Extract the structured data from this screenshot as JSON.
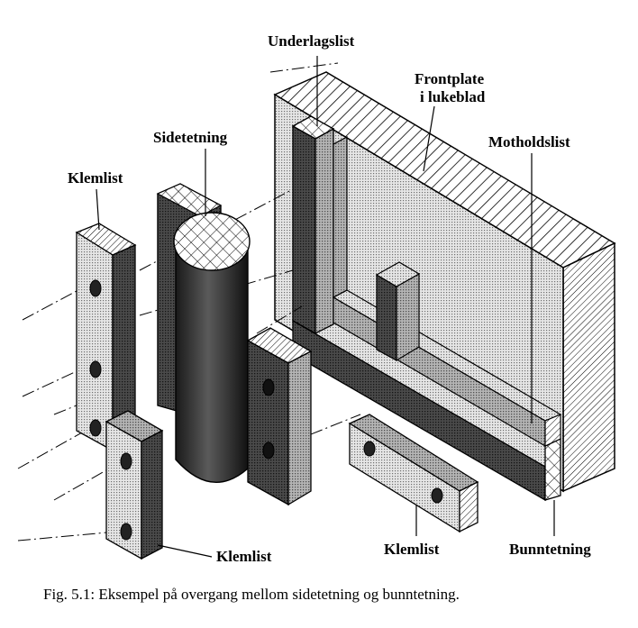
{
  "labels": {
    "underlagslist": "Underlagslist",
    "frontplate_line1": "Frontplate",
    "frontplate_line2": "i lukeblad",
    "motholdslist": "Motholdslist",
    "sidetetning": "Sidetetning",
    "klemlist_top": "Klemlist",
    "klemlist_bottom_left": "Klemlist",
    "klemlist_bottom_mid": "Klemlist",
    "bunntetning": "Bunntetning"
  },
  "caption": "Fig. 5.1:  Eksempel på overgang mellom sidetetning og bunntetning."
}
